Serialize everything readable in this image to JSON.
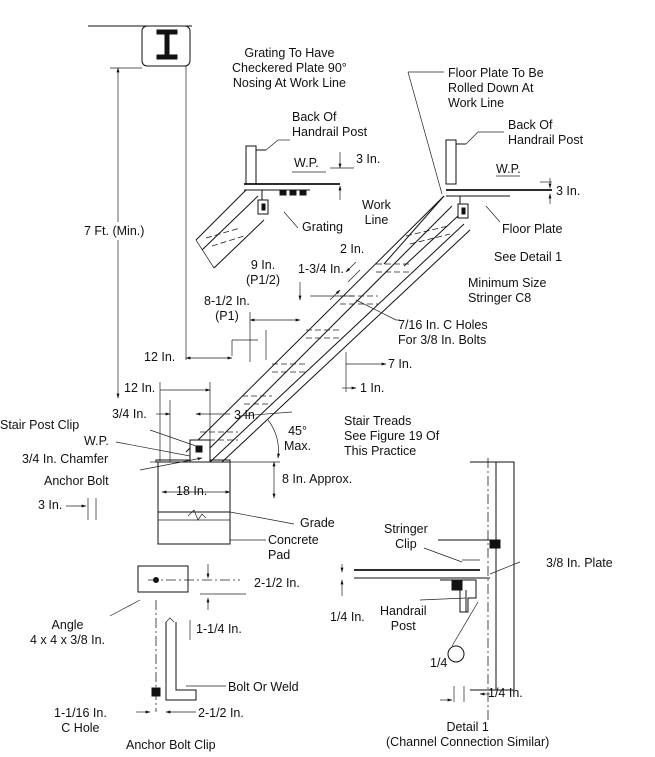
{
  "labels": {
    "grating_note": "Grating To Have\nCheckered Plate 90°\nNosing At Work Line",
    "floor_plate_note": "Floor Plate To Be\nRolled Down At\nWork Line",
    "back_handrail_left": "Back Of\nHandrail Post",
    "back_handrail_right": "Back Of\nHandrail Post",
    "wp_left": "W.P.",
    "wp_right": "W.P.",
    "three_in_left": "3 In.",
    "three_in_right": "3 In.",
    "grating": "Grating",
    "work_line": "Work\nLine",
    "floor_plate": "Floor Plate",
    "see_detail": "See Detail 1",
    "seven_ft": "7 Ft. (Min.)",
    "two_in": "2 In.",
    "one_three_quarter": "1-3/4 In.",
    "nine_in": "9 In.\n(P1/2)",
    "min_stringer": "Minimum Size\nStringer C8",
    "eight_half": "8-1/2 In.\n(P1)",
    "holes": "7/16 In. C Holes\nFor 3/8 In. Bolts",
    "twelve_in_a": "12 In.",
    "seven_in": "7 In.",
    "twelve_in_b": "12 In.",
    "one_in": "1 In.",
    "three_quarter": "3/4 In.",
    "three_in_mid": "3 In.",
    "stair_post_clip": "Stair Post Clip",
    "stair_treads": "Stair Treads\nSee Figure 19 Of\nThis Practice",
    "wp_bottom": "W.P.",
    "chamfer": "3/4 In. Chamfer",
    "angle_45": "45°\nMax.",
    "anchor_bolt": "Anchor Bolt",
    "eight_approx": "8 In. Approx.",
    "eighteen_in": "18 In.",
    "three_in_low": "3 In.",
    "grade": "Grade",
    "concrete_pad": "Concrete\nPad",
    "stringer_clip": "Stringer\nClip",
    "plate_38": "3/8 In. Plate",
    "two_half_a": "2-1/2 In.",
    "angle_size": "Angle\n4 x 4 x 3/8 In.",
    "one_quarter_top": "1-1/4 In.",
    "quarter_in_a": "1/4 In.",
    "handrail_post": "Handrail\nPost",
    "quarter_weld": "1/4",
    "bolt_or_weld": "Bolt Or Weld",
    "hole_1_16": "1-1/16 In.\nC Hole",
    "two_half_b": "2-1/2 In.",
    "quarter_in_b": "1/4 In.",
    "anchor_clip_title": "Anchor Bolt Clip",
    "detail_title": "Detail 1\n(Channel Connection Similar)"
  }
}
